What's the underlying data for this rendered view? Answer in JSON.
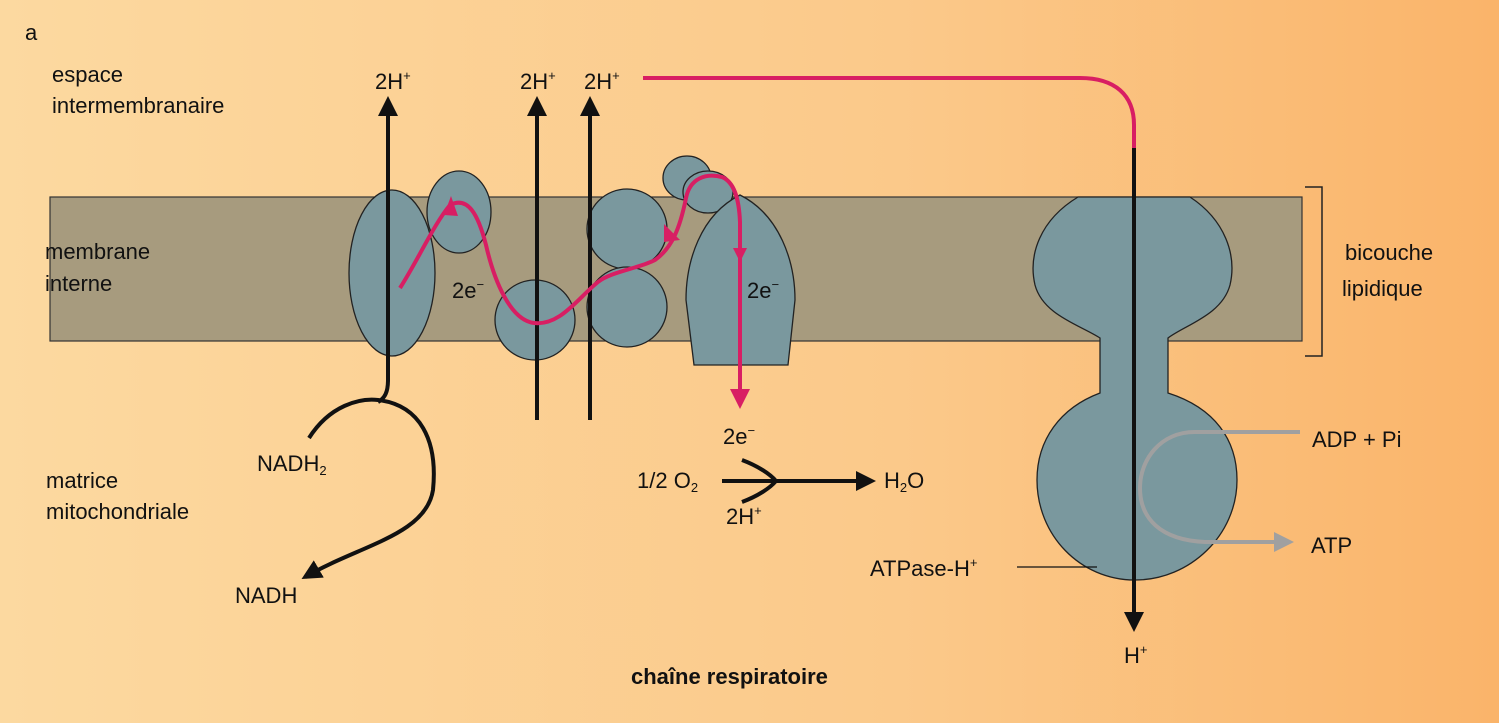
{
  "panel_letter": "a",
  "regions": {
    "intermembrane_line1": "espace",
    "intermembrane_line2": "intermembranaire",
    "membrane_line1": "membrane",
    "membrane_line2": "interne",
    "matrix_line1": "matrice",
    "matrix_line2": "mitochondriale"
  },
  "bilayer_label_line1": "bicouche",
  "bilayer_label_line2": "lipidique",
  "protons": {
    "base": "2H",
    "single": "H",
    "charge": "+"
  },
  "electrons": {
    "label": "2e",
    "charge": "−"
  },
  "reaction": {
    "reactant": "1/2 O",
    "reactant_sub": "2",
    "product": "H",
    "product_sub": "2",
    "product_suffix": "O"
  },
  "nadh2": {
    "text": "NADH",
    "sub": "2"
  },
  "nadh": "NADH",
  "atpase": {
    "text": "ATPase-H",
    "sup": "+"
  },
  "adp": "ADP + Pi",
  "atp": "ATP",
  "title": "chaîne respiratoire",
  "colors": {
    "membrane": "#a79b7e",
    "protein": "#7a989e",
    "electron_path": "#d81e63",
    "proton_path": "#111111",
    "atp_path": "#a0a0a0"
  }
}
